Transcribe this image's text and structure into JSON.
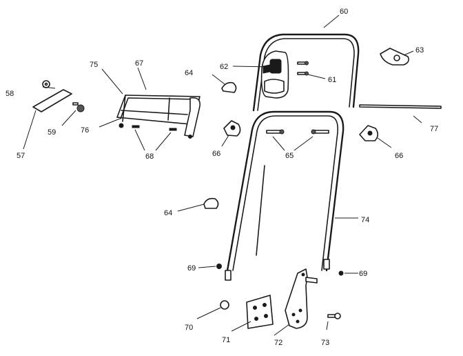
{
  "callouts": {
    "c57": "57",
    "c58": "58",
    "c59": "59",
    "c60": "60",
    "c61": "61",
    "c62": "62",
    "c63": "63",
    "c64a": "64",
    "c64b": "64",
    "c65": "65",
    "c66a": "66",
    "c66b": "66",
    "c67": "67",
    "c68": "68",
    "c69a": "69",
    "c69b": "69",
    "c70": "70",
    "c71": "71",
    "c72": "72",
    "c73": "73",
    "c74": "74",
    "c75": "75",
    "c76": "76",
    "c77": "77"
  }
}
